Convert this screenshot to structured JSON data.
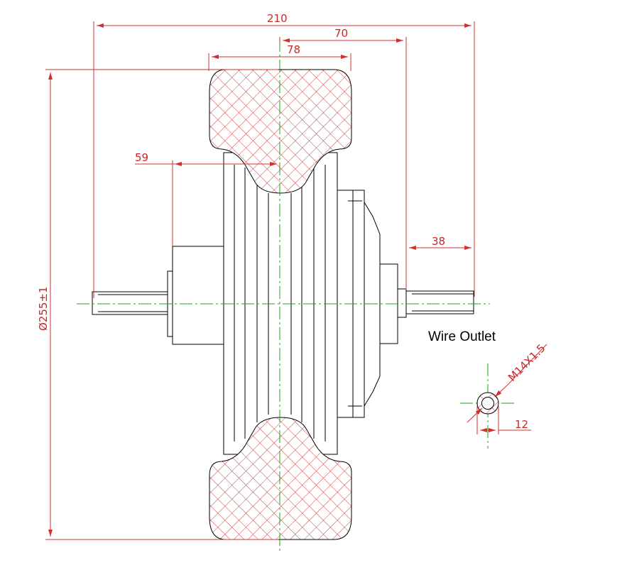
{
  "colors": {
    "dimension": "#d32f2f",
    "outline": "#000000",
    "centerline": "#1aa41a",
    "hatch": "#c62828"
  },
  "dimensions": {
    "overall_width": "210",
    "rim_to_shaft_end": "70",
    "tire_width": "78",
    "left_half_width": "59",
    "shaft_length": "38",
    "diameter": "Ø255±1",
    "thread": "M14X1.5",
    "outlet_size": "12"
  },
  "labels": {
    "wire_outlet": "Wire Outlet"
  }
}
